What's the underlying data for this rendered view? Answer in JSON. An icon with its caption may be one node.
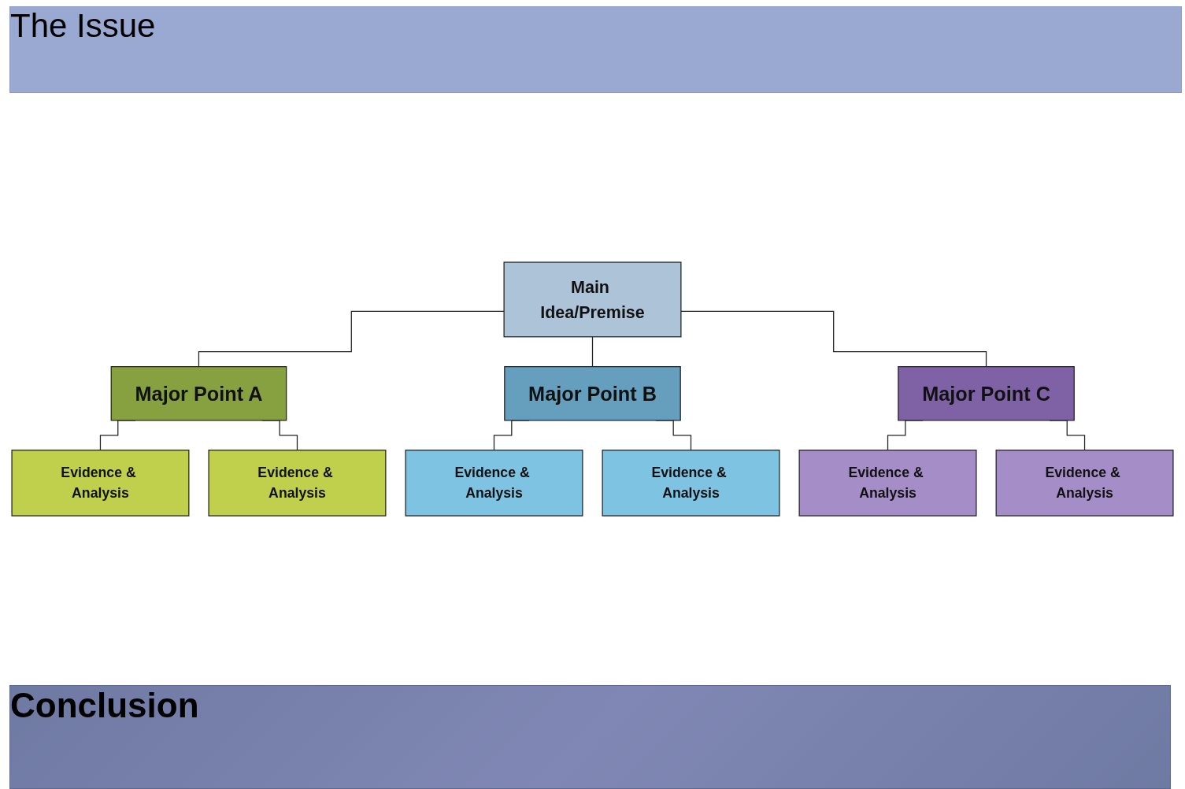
{
  "diagram": {
    "nodes": [
      {
        "text": [
          "The Issue"
        ]
      },
      {
        "text": [
          "Main Idea/Premise"
        ]
      },
      {
        "text": [
          "Major Point A"
        ]
      },
      {
        "text": [
          "Major Point B"
        ]
      },
      {
        "text": [
          "Major Point C"
        ]
      },
      {
        "text": [
          "Evidence & Analysis"
        ]
      },
      {
        "text": [
          "Evidence & Analysis"
        ]
      },
      {
        "text": [
          "Evidence & Analysis"
        ]
      },
      {
        "text": [
          "Evidence & Analysis"
        ]
      },
      {
        "text": [
          "Evidence & Analysis"
        ]
      },
      {
        "text": [
          "Evidence & Analysis"
        ]
      },
      {
        "text": [
          "Conclusion"
        ]
      }
    ],
    "edges": [
      {
        "from": 1,
        "to": 2,
        "arrow": "none"
      },
      {
        "from": 1,
        "to": 3,
        "arrow": "none"
      },
      {
        "from": 1,
        "to": 4,
        "arrow": "none"
      },
      {
        "from": 2,
        "to": 5,
        "arrow": "none"
      },
      {
        "from": 2,
        "to": 6,
        "arrow": "none"
      },
      {
        "from": 3,
        "to": 7,
        "arrow": "none"
      },
      {
        "from": 3,
        "to": 8,
        "arrow": "none"
      },
      {
        "from": 4,
        "to": 9,
        "arrow": "none"
      },
      {
        "from": 4,
        "to": 10,
        "arrow": "none"
      }
    ]
  }
}
